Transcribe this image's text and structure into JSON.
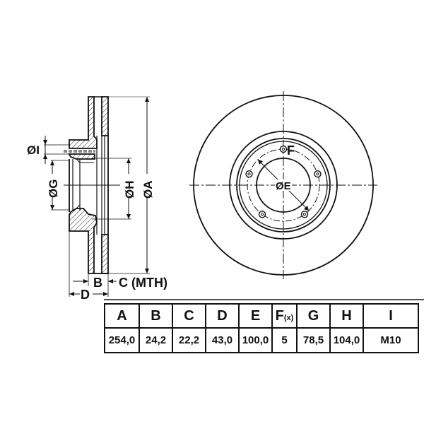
{
  "drawing": {
    "side_view_labels": {
      "dia_I": "ØI",
      "dia_G": "ØG",
      "dia_H": "ØH",
      "dia_A": "ØA",
      "B": "B",
      "C_mth": "C (MTH)",
      "D": "D"
    },
    "front_view_labels": {
      "F": "F",
      "dia_E": "ØE"
    },
    "bolt_hole_count": 5
  },
  "spec_table": {
    "columns": [
      {
        "key": "A",
        "label": "A",
        "value": "254,0"
      },
      {
        "key": "B",
        "label": "B",
        "value": "24,2"
      },
      {
        "key": "C",
        "label": "C",
        "value": "22,2"
      },
      {
        "key": "D",
        "label": "D",
        "value": "43,0"
      },
      {
        "key": "E",
        "label": "E",
        "value": "100,0"
      },
      {
        "key": "F",
        "label": "F",
        "label_sub": "(x)",
        "value": "5"
      },
      {
        "key": "G",
        "label": "G",
        "value": "78,5"
      },
      {
        "key": "H",
        "label": "H",
        "value": "104,0"
      },
      {
        "key": "I",
        "label": "I",
        "value": "M10"
      }
    ]
  }
}
